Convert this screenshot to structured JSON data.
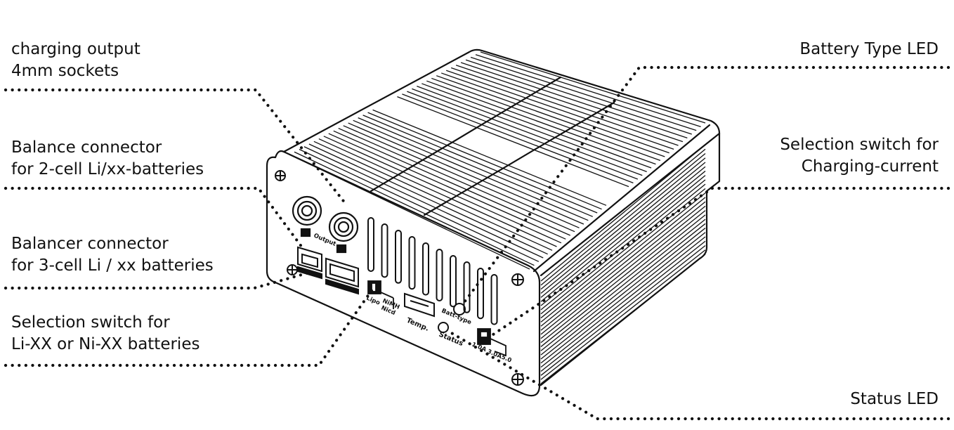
{
  "diagram": {
    "callouts_left": [
      {
        "id": "charging-output",
        "lines": [
          "charging output",
          "4mm sockets"
        ]
      },
      {
        "id": "balance-2cell",
        "lines": [
          "Balance connector",
          "for  2-cell Li/xx-batteries"
        ]
      },
      {
        "id": "balance-3cell",
        "lines": [
          "Balancer connector",
          "for 3-cell Li / xx batteries"
        ]
      },
      {
        "id": "battery-select",
        "lines": [
          "Selection switch for",
          "Li-XX or Ni-XX batteries"
        ]
      }
    ],
    "callouts_right": [
      {
        "id": "battery-type-led",
        "lines": [
          "Battery Type LED"
        ]
      },
      {
        "id": "current-select",
        "lines": [
          "Selection switch for",
          "Charging-current"
        ]
      },
      {
        "id": "status-led",
        "lines": [
          "Status LED"
        ]
      }
    ],
    "device_labels": {
      "output": "Output",
      "lipo": "Lipo",
      "nimh": "NiMH",
      "nicd": "Nicd",
      "temp": "Temp.",
      "batt_type": "Batt-type",
      "status": "Status",
      "current_1": "1.0A",
      "current_2": "3.0A",
      "current_3": "5.0"
    },
    "colors": {
      "line": "#111111",
      "background": "#ffffff"
    }
  }
}
